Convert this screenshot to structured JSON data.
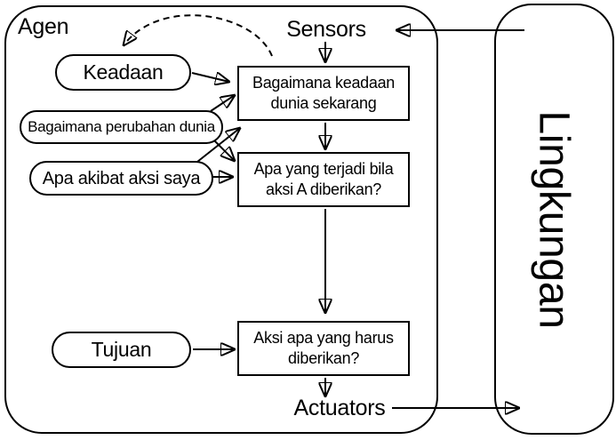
{
  "colors": {
    "ink": "#000000",
    "paper": "#ffffff"
  },
  "agent": {
    "label": "Agen"
  },
  "environment": {
    "label": "Lingkungan"
  },
  "interface": {
    "sensors": "Sensors",
    "actuators": "Actuators"
  },
  "ovals": {
    "keadaan": "Keadaan",
    "perubahan": "Bagaimana perubahan dunia",
    "akibat": "Apa akibat aksi saya",
    "tujuan": "Tujuan"
  },
  "boxes": {
    "world_state": {
      "line1": "Bagaimana keadaan",
      "line2": "dunia sekarang"
    },
    "prediction": {
      "line1": "Apa yang terjadi bila",
      "line2": "aksi A diberikan?"
    },
    "action_choice": {
      "line1": "Aksi apa yang harus",
      "line2": "diberikan?"
    }
  }
}
